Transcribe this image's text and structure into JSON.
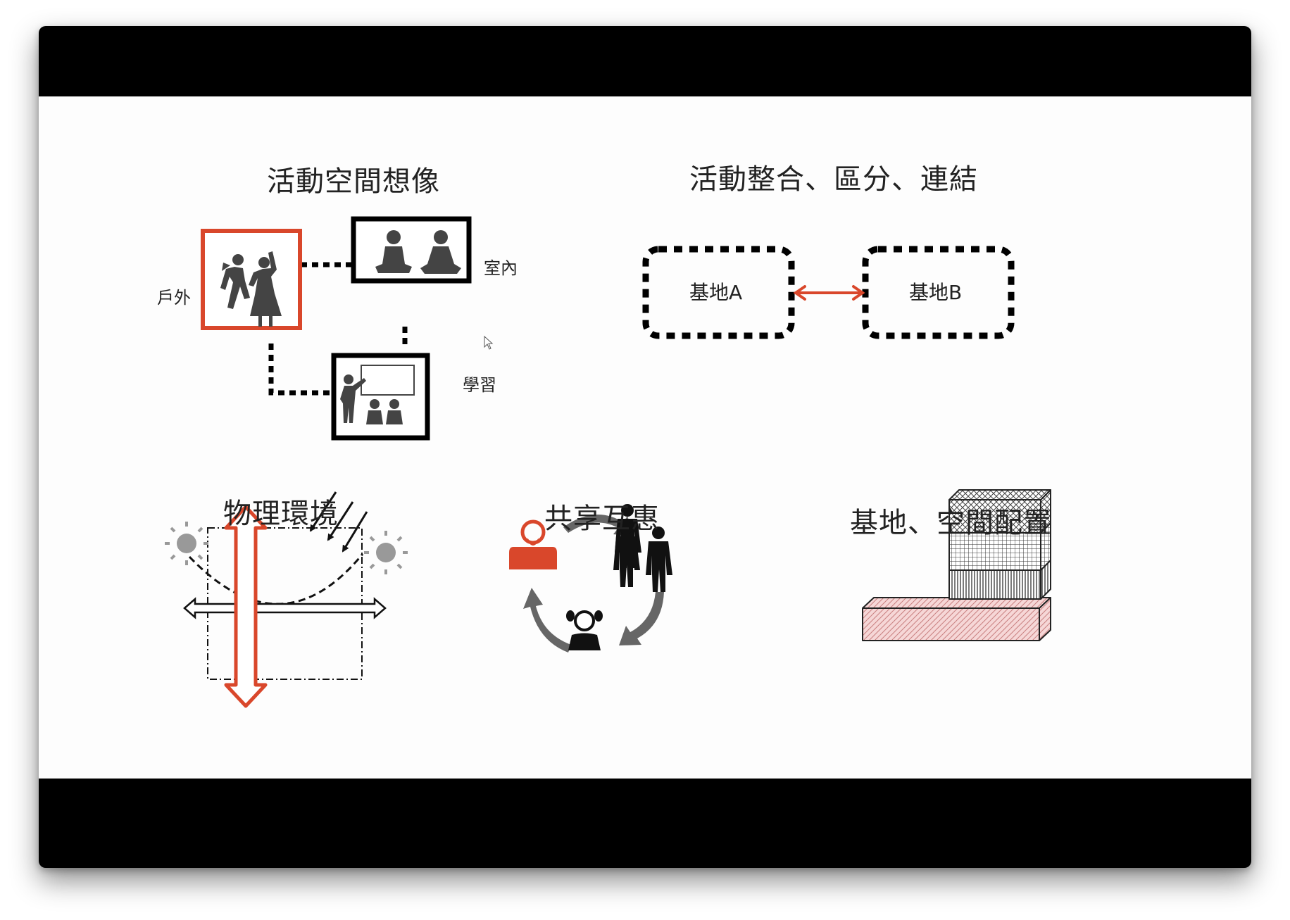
{
  "sections": {
    "activity_space": {
      "title": "活動空間想像",
      "outdoor": "戶外",
      "indoor": "室內",
      "learning": "學習"
    },
    "integration": {
      "title": "活動整合、區分、連結",
      "site_a": "基地A",
      "site_b": "基地B"
    },
    "physical": {
      "title": "物理環境"
    },
    "sharing": {
      "title": "共享互惠"
    },
    "layout": {
      "title": "基地、空間配置"
    }
  },
  "colors": {
    "accent": "#d9472b",
    "frame": "#000000",
    "icon": "#444444",
    "window": "#000000",
    "slide": "#fdfdfd"
  }
}
